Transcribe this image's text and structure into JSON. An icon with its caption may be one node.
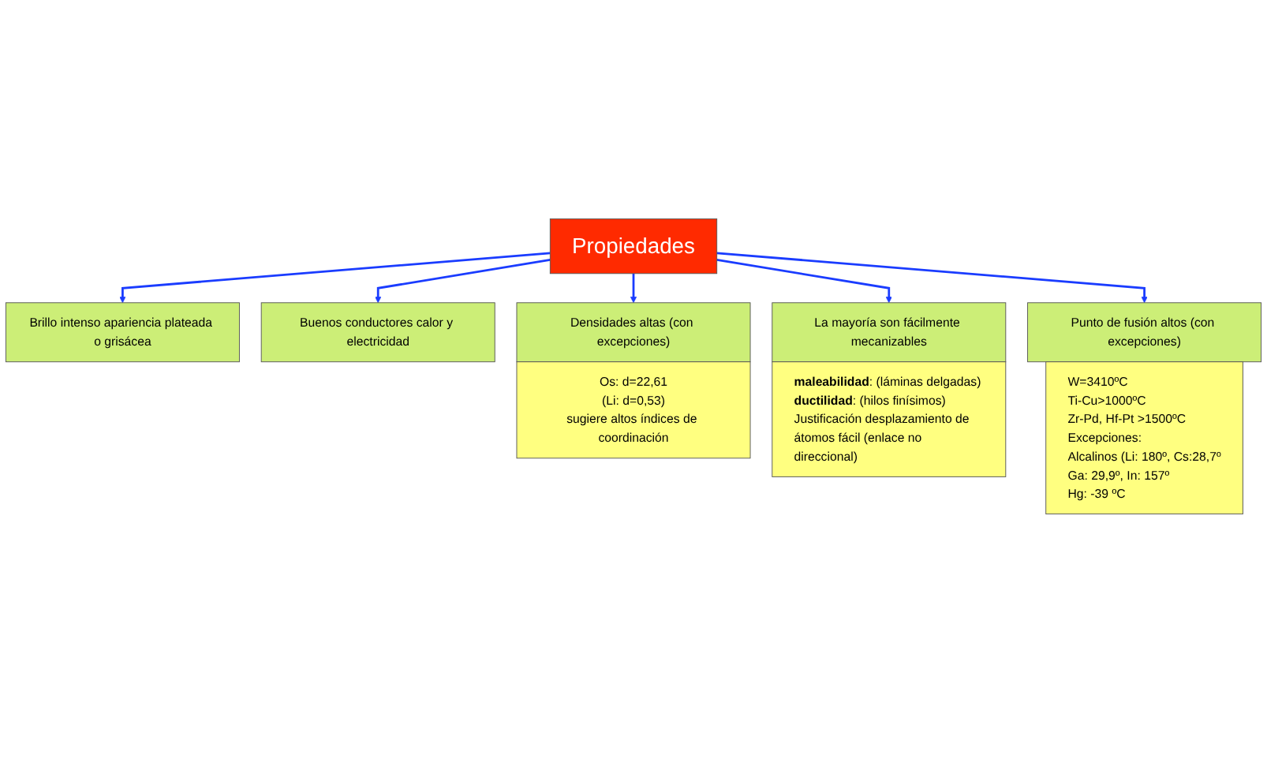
{
  "diagram": {
    "nodes": [
      {
        "text": [
          "Propiedades"
        ]
      },
      {
        "text": [
          "Brillo intenso apariencia plateada o grisácea"
        ]
      },
      {
        "text": [
          "Buenos conductores calor y electricidad"
        ]
      },
      {
        "text": [
          "Densidades altas (con excepciones)"
        ]
      },
      {
        "text": [
          "Os: d=22,61",
          "(Li: d=0,53)",
          "sugiere altos índices de coordinación"
        ]
      },
      {
        "text": [
          "La mayoría son fácilmente mecanizables"
        ]
      },
      {
        "text": [
          "**maleabilidad**: (láminas delgadas)",
          "**ductilidad**: (hilos finísimos)",
          "Justificación desplazamiento de átomos fácil (enlace no direccional)"
        ]
      },
      {
        "text": [
          "Punto de fusión altos (con excepciones)"
        ]
      },
      {
        "text": [
          "W=3410ºC",
          "Ti-Cu>1000ºC",
          "Zr-Pd, Hf-Pt >1500ºC",
          "Excepciones:",
          "Alcalinos (Li: 180º, Cs:28,7º",
          "Ga: 29,9º, In: 157º",
          "Hg: -39 ºC"
        ]
      }
    ],
    "edges": [
      {
        "from": 0,
        "to": 1,
        "arrow": "to"
      },
      {
        "from": 0,
        "to": 2,
        "arrow": "to"
      },
      {
        "from": 0,
        "to": 3,
        "arrow": "to"
      },
      {
        "from": 0,
        "to": 5,
        "arrow": "to"
      },
      {
        "from": 0,
        "to": 7,
        "arrow": "to"
      }
    ]
  }
}
